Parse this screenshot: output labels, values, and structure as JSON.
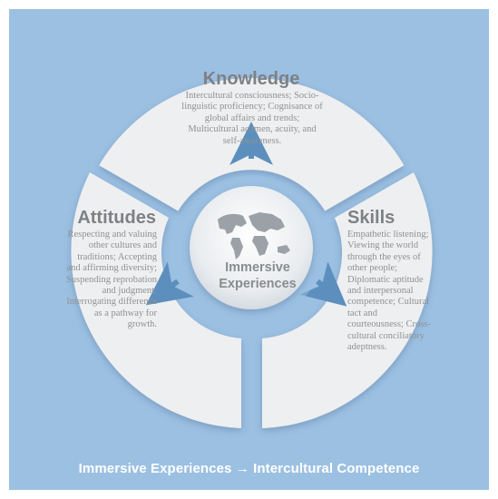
{
  "center": {
    "label": "Immersive Experiences",
    "icon": "world-map-icon"
  },
  "segments": [
    {
      "key": "knowledge",
      "title": "Knowledge",
      "body": "Intercultural consciousness; Socio-linguistic proficiency; Cognisance of global affairs and trends; Multicultural acumen, acuity, and self-awareness."
    },
    {
      "key": "attitudes",
      "title": "Attitudes",
      "body": "Respecting and valuing other cultures and traditions; Accepting and affirming diversity; Suspending reprobation and judgment; Interrogating difference as a pathway for growth."
    },
    {
      "key": "skills",
      "title": "Skills",
      "body": "Empathetic listening; Viewing the world through the eyes of other people; Diplomatic aptitude and interpersonal competence; Cultural tact and courteousness; Cross-cultural conciliatory adeptness."
    }
  ],
  "footer": {
    "caption": "Immersive Experiences → Intercultural Competence"
  },
  "colors": {
    "background": "#9cc0e2",
    "segment": "#eeeff0",
    "arrow": "#5c8fbd",
    "title": "#7e8184",
    "text": "#8e9194"
  }
}
